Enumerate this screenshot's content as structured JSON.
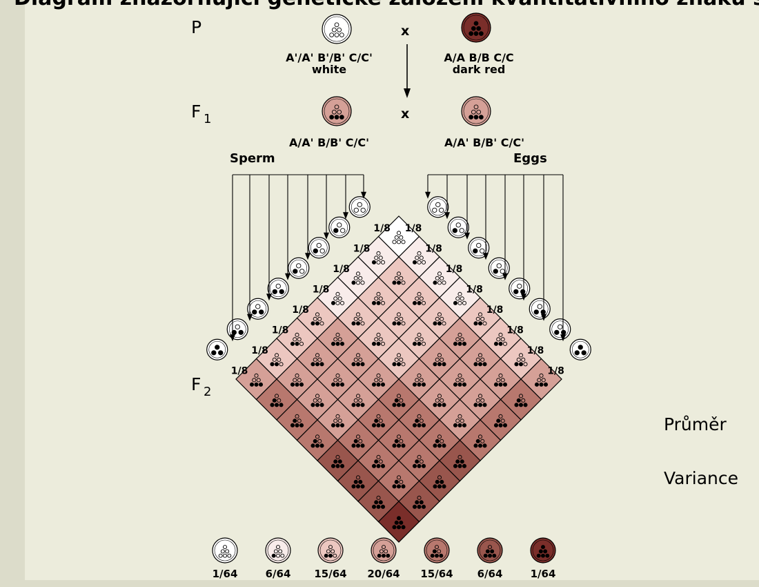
{
  "header": {
    "text": "Diagram znázorňující genetické založení kvantitativního znaku s aditivní dědičností"
  },
  "generations": {
    "p": "P",
    "f1": "F",
    "f1_sub": "1",
    "f2": "F",
    "f2_sub": "2"
  },
  "cross_symbol": "x",
  "parents": {
    "white": {
      "genotype": "A'/A' B'/B' C/C'",
      "phenotype": "white"
    },
    "dark_red": {
      "genotype": "A/A B/B C/C",
      "phenotype": "dark red"
    }
  },
  "f1": {
    "genotype_left": "A/A' B/B' C/C'",
    "genotype_right": "A/A' B/B' C/C'"
  },
  "gamete_labels": {
    "sperm": "Sperm",
    "eggs": "Eggs"
  },
  "gamete_frequency": "1/8",
  "gamete_dark_counts": [
    0,
    1,
    1,
    1,
    2,
    2,
    2,
    3
  ],
  "phenotype_classes": [
    {
      "dark": 0,
      "ratio": "1/64",
      "color": "#FFFFFF"
    },
    {
      "dark": 1,
      "ratio": "6/64",
      "color": "#F8ECEA"
    },
    {
      "dark": 2,
      "ratio": "15/64",
      "color": "#ECC7C0"
    },
    {
      "dark": 3,
      "ratio": "20/64",
      "color": "#D5A097"
    },
    {
      "dark": 4,
      "ratio": "15/64",
      "color": "#B8786E"
    },
    {
      "dark": 5,
      "ratio": "6/64",
      "color": "#99564D"
    },
    {
      "dark": 6,
      "ratio": "1/64",
      "color": "#7A2E2A"
    }
  ],
  "side_text": {
    "mean": "Průměr",
    "variance": "Variance"
  }
}
